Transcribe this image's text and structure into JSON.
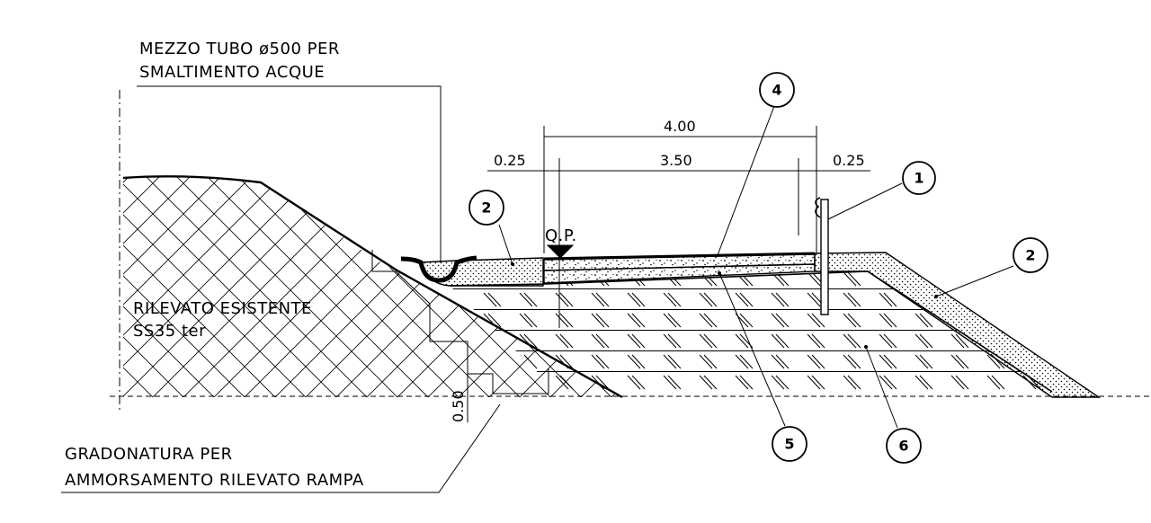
{
  "labels": {
    "pipe_line1": "MEZZO TUBO ø500 PER",
    "pipe_line2": "SMALTIMENTO ACQUE",
    "embankment_line1": "RILEVATO ESISTENTE",
    "embankment_line2": "SS35 ter",
    "steps_line1": "GRADONATURA PER",
    "steps_line2": "AMMORSAMENTO RILEVATO RAMPA",
    "qp": "Q.P."
  },
  "dimensions": {
    "total_width": "4.00",
    "lane_width": "3.50",
    "left_shoulder": "0.25",
    "right_shoulder": "0.25",
    "step_height": "0.50"
  },
  "bubbles": {
    "b1": "1",
    "b2_left": "2",
    "b2_right": "2",
    "b4": "4",
    "b5": "5",
    "b6": "6"
  }
}
